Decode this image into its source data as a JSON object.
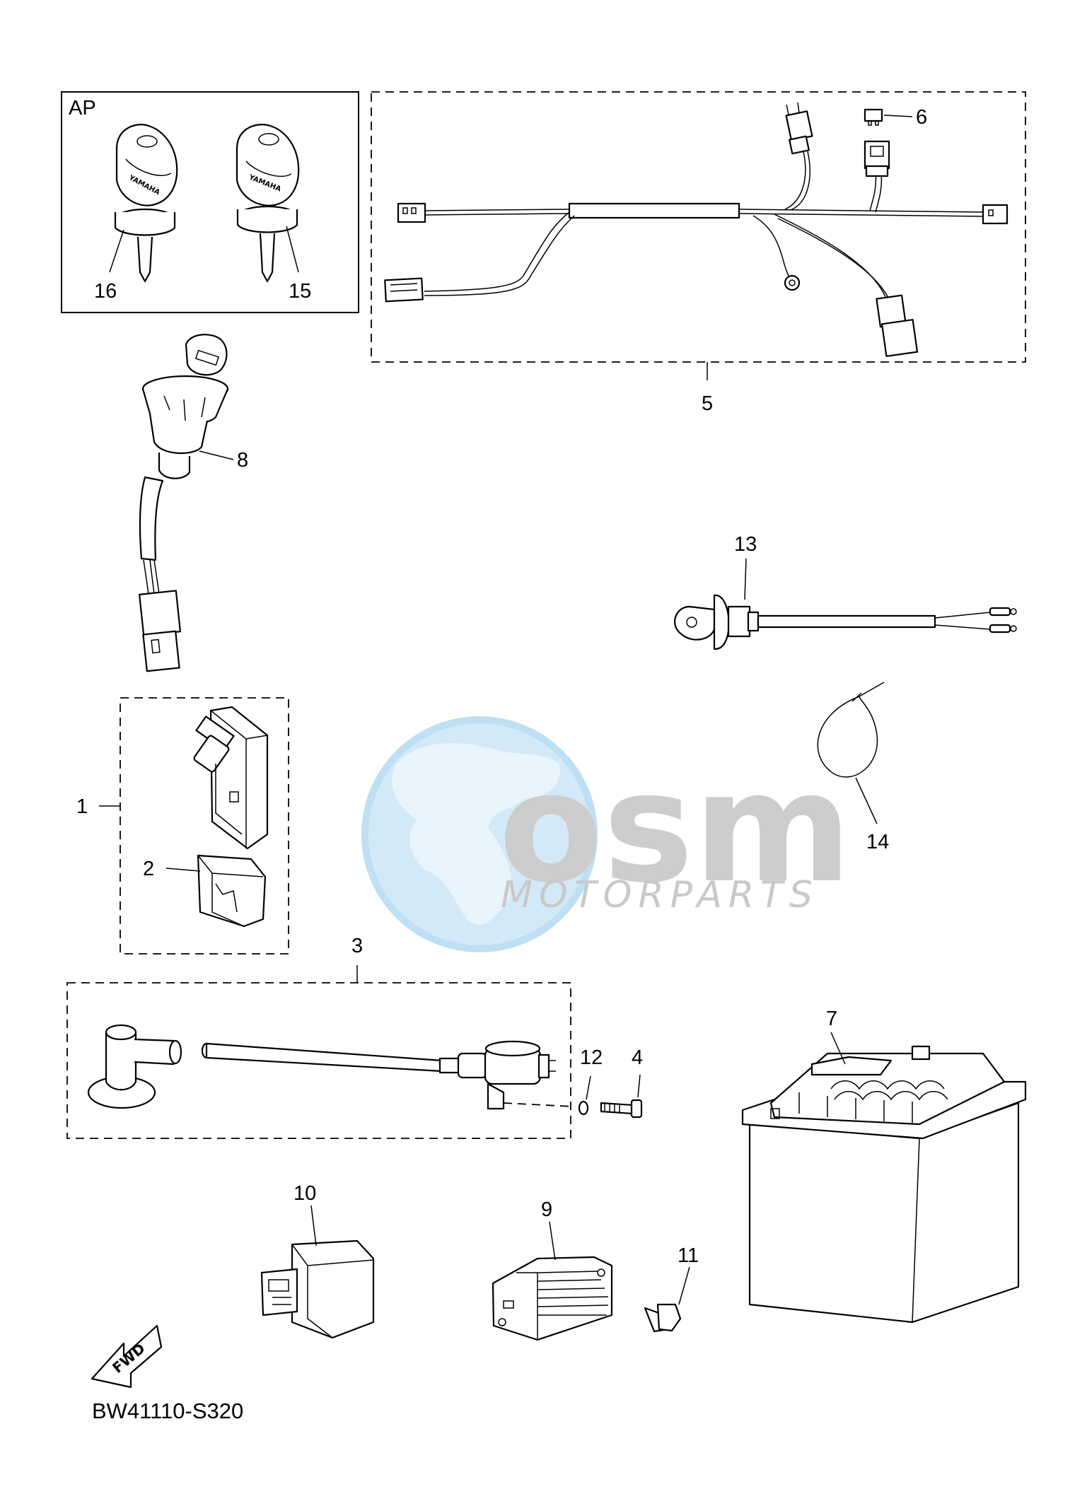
{
  "diagram": {
    "group_labels": {
      "ap": "AP"
    },
    "callouts": [
      {
        "id": "1",
        "label": "1"
      },
      {
        "id": "2",
        "label": "2"
      },
      {
        "id": "3",
        "label": "3"
      },
      {
        "id": "4",
        "label": "4"
      },
      {
        "id": "5",
        "label": "5"
      },
      {
        "id": "6",
        "label": "6"
      },
      {
        "id": "7",
        "label": "7"
      },
      {
        "id": "8",
        "label": "8"
      },
      {
        "id": "9",
        "label": "9"
      },
      {
        "id": "10",
        "label": "10"
      },
      {
        "id": "11",
        "label": "11"
      },
      {
        "id": "12",
        "label": "12"
      },
      {
        "id": "13",
        "label": "13"
      },
      {
        "id": "14",
        "label": "14"
      },
      {
        "id": "15",
        "label": "15"
      },
      {
        "id": "16",
        "label": "16"
      }
    ],
    "key_brand": "YAMAHA",
    "fwd_arrow_label": "FWD",
    "drawing_code": "BW41110-S320"
  },
  "watermark": {
    "logo_text": "osm",
    "tagline": "MOTORPARTS",
    "colors": {
      "globe": "#bfe0f5",
      "globe_land": "#d7eef9",
      "text": "#c8c8c8"
    }
  }
}
